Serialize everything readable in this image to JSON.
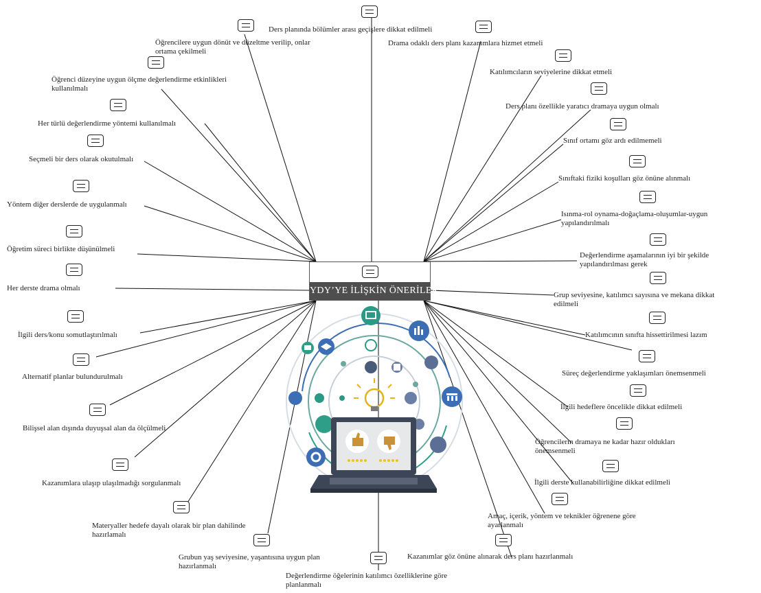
{
  "center": {
    "label": "YDY’YE İLİŞKİN ÖNERİLER"
  },
  "nodes": [
    {
      "id": "n1",
      "line1": "Ders planında bölümler arası geçişlere dikkat edilmeli"
    },
    {
      "id": "n2",
      "line1": "Öğrencilere uygun dönüt ve düzeltme verilip, onlar",
      "line2": "ortama çekilmeli"
    },
    {
      "id": "n3",
      "line1": "Drama odaklı ders planı kazanımlara hizmet etmeli"
    },
    {
      "id": "n4",
      "line1": "Katılımcıların seviyelerine dikkat etmeli"
    },
    {
      "id": "n5",
      "line1": "Öğrenci düzeyine uygun ölçme değerlendirme etkinlikleri",
      "line2": "kullanılmalı"
    },
    {
      "id": "n6",
      "line1": "Ders planı özellikle yaratıcı dramaya uygun olmalı"
    },
    {
      "id": "n7",
      "line1": "Her türlü değerlendirme yöntemi kullanılmalı"
    },
    {
      "id": "n8",
      "line1": "Sınıf ortamı göz ardı edilmemeli"
    },
    {
      "id": "n9",
      "line1": "Seçmeli bir ders olarak okutulmalı"
    },
    {
      "id": "n10",
      "line1": "Sınıftaki fiziki koşulları göz önüne alınmalı"
    },
    {
      "id": "n11",
      "line1": "Yöntem diğer derslerde de uygulanmalı"
    },
    {
      "id": "n12",
      "line1": "Isınma-rol oynama-doğaçlama-oluşumlar-uygun",
      "line2": "yapılandırılmalı"
    },
    {
      "id": "n13",
      "line1": "Öğretim süreci birlikte düşünülmeli"
    },
    {
      "id": "n14",
      "line1": "Değerlendirme aşamalarının iyi bir şekilde",
      "line2": "yapılandırılması gerek"
    },
    {
      "id": "n15",
      "line1": "Her derste drama olmalı"
    },
    {
      "id": "n16",
      "line1": "Grup seviyesine, katılımcı sayısına ve mekana dikkat",
      "line2": "edilmeli"
    },
    {
      "id": "n17",
      "line1": "İlgili ders/konu somutlaştırılmalı"
    },
    {
      "id": "n18",
      "line1": "Katılımcının sınıfta hissettirilmesi lazım"
    },
    {
      "id": "n19",
      "line1": "Alternatif planlar bulundurulmalı"
    },
    {
      "id": "n20",
      "line1": "Süreç değerlendirme yaklaşımları önemsenmeli"
    },
    {
      "id": "n21",
      "line1": "Bilişsel alan dışında duyuşsal alan da ölçülmeli"
    },
    {
      "id": "n22",
      "line1": "İlgili hedeflere öncelikle dikkat edilmeli"
    },
    {
      "id": "n23",
      "line1": "Öğrencilerin dramaya ne kadar hazır oldukları",
      "line2": "önemsenmeli"
    },
    {
      "id": "n24",
      "line1": "Kazanımlara ulaşıp ulaşılmadığı sorgulanmalı"
    },
    {
      "id": "n25",
      "line1": "İlgili derste kullanabilirliğine dikkat edilmeli"
    },
    {
      "id": "n26",
      "line1": "Materyaller hedefe dayalı olarak bir plan dahilinde",
      "line2": "hazırlamalı"
    },
    {
      "id": "n27",
      "line1": "Amaç, içerik, yöntem ve teknikler öğrenene göre",
      "line2": "ayarlanmalı"
    },
    {
      "id": "n28",
      "line1": "Grubun yaş seviyesine, yaşantısına uygun plan",
      "line2": "hazırlanmalı"
    },
    {
      "id": "n29",
      "line1": "Kazanımlar göz önüne alınarak ders planı hazırlanmalı"
    },
    {
      "id": "n30",
      "line1": "Değerlendirme öğelerinin katılımcı özelliklerine göre",
      "line2": "planlanmalı"
    }
  ]
}
